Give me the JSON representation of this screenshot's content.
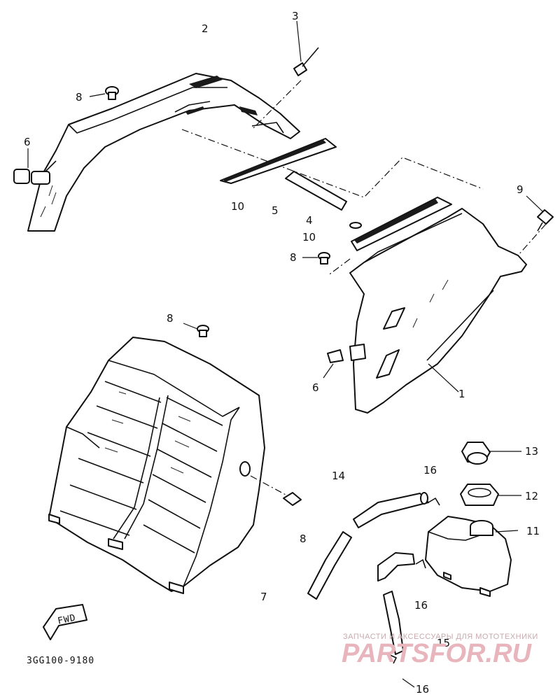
{
  "callouts": {
    "c1": "1",
    "c2": "2",
    "c3": "3",
    "c4": "4",
    "c5": "5",
    "c6a": "6",
    "c6b": "6",
    "c7": "7",
    "c8a": "8",
    "c8b": "8",
    "c8c": "8",
    "c8d": "8",
    "c9": "9",
    "c10a": "10",
    "c10b": "10",
    "c11": "11",
    "c12": "12",
    "c13": "13",
    "c14": "14",
    "c15": "15",
    "c16a": "16",
    "c16b": "16",
    "c16c": "16"
  },
  "fwd_label": "FWD",
  "diagram_code": "3GG100-9180",
  "watermark": {
    "tagline": "ЗАПЧАСТИ И АКСЕССУАРЫ ДЛЯ МОТОТЕХНИКИ",
    "logo": "PARTSFOR.RU"
  },
  "colors": {
    "line": "#111111",
    "watermark": "#e8b5bd"
  }
}
